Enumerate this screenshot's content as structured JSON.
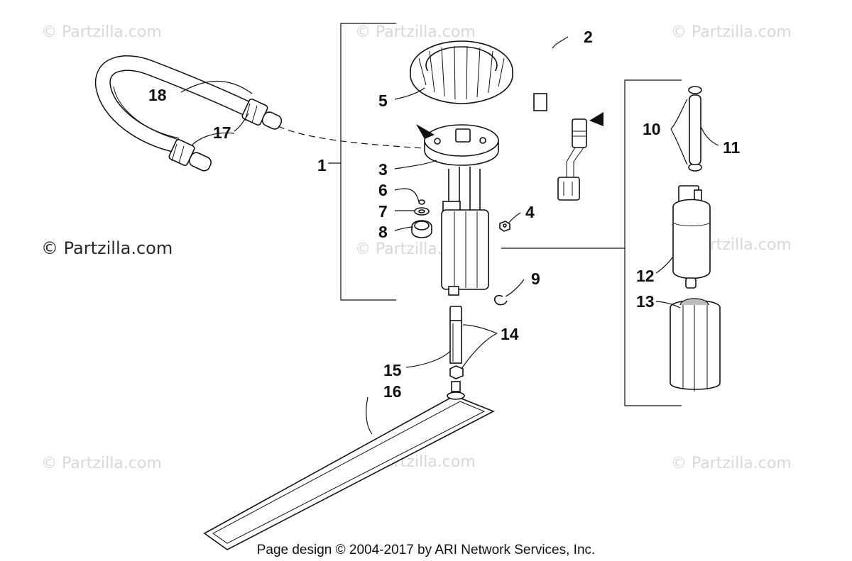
{
  "watermarks": {
    "repeat": "© Partzilla.com",
    "prominent": "© Partzilla.com"
  },
  "callouts": {
    "n1": "1",
    "n2": "2",
    "n3": "3",
    "n4": "4",
    "n5": "5",
    "n6": "6",
    "n7": "7",
    "n8": "8",
    "n9": "9",
    "n10": "10",
    "n11": "11",
    "n12": "12",
    "n13": "13",
    "n14": "14",
    "n15": "15",
    "n16": "16",
    "n17": "17",
    "n18": "18"
  },
  "footer": {
    "credit": "Page design © 2004-2017 by ARI Network Services, Inc."
  },
  "colors": {
    "line": "#111111",
    "shade": "#bdbdbd",
    "watermark": "#d8d8d8"
  }
}
